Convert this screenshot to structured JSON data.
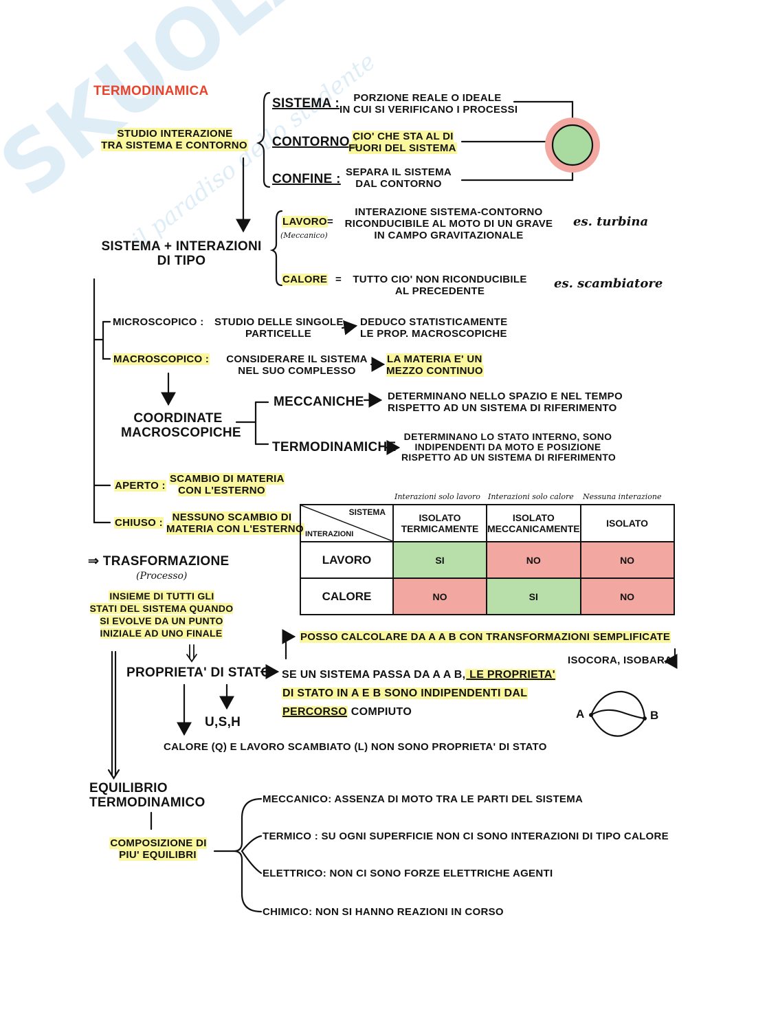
{
  "title": "TERMODINAMICA",
  "watermark": {
    "brand": "SKUOLA.net",
    "tagline": "il paradiso dello studente"
  },
  "definition": "STUDIO INTERAZIONE\nTRA SISTEMA E CONTORNO",
  "terms": [
    {
      "label": "SISTEMA :",
      "desc": "PORZIONE REALE O IDEALE\nIN CUI SI VERIFICANO I PROCESSI"
    },
    {
      "label": "CONTORNO :",
      "desc": "CIO' CHE STA AL DI\nFUORI DEL SISTEMA"
    },
    {
      "label": "CONFINE :",
      "desc": "SEPARA IL SISTEMA\nDAL CONTORNO"
    }
  ],
  "sistema_interazioni": {
    "label": "SISTEMA + INTERAZIONI\nDI TIPO",
    "lavoro": {
      "label": "LAVORO",
      "sub": "(Meccanico)",
      "eq": "=",
      "desc": "INTERAZIONE SISTEMA-CONTORNO\nRICONDUCIBILE AL MOTO DI UN GRAVE\nIN CAMPO GRAVITAZIONALE",
      "example": "es. turbina"
    },
    "calore": {
      "label": "CALORE",
      "eq": "=",
      "desc": "TUTTO CIO' NON RICONDUCIBILE\nAL PRECEDENTE",
      "example": "es. scambiatore"
    }
  },
  "micro": {
    "label": "MICROSCOPICO :",
    "desc": "STUDIO DELLE SINGOLE\nPARTICELLE",
    "result": "DEDUCO STATISTICAMENTE\nLE PROP. MACROSCOPICHE"
  },
  "macro": {
    "label": "MACROSCOPICO :",
    "desc": "CONSIDERARE IL SISTEMA\nNEL SUO COMPLESSO",
    "result": "LA MATERIA E' UN\nMEZZO CONTINUO"
  },
  "coordinate": {
    "label": "COORDINATE\nMACROSCOPICHE",
    "meccaniche": {
      "label": "MECCANICHE",
      "desc": "DETERMINANO NELLO SPAZIO E NEL TEMPO\nRISPETTO AD UN SISTEMA DI RIFERIMENTO"
    },
    "termodinamiche": {
      "label": "TERMODINAMICHE",
      "desc": "DETERMINANO LO STATO INTERNO, SONO\nINDIPENDENTI DA MOTO E POSIZIONE\nRISPETTO AD UN SISTEMA DI RIFERIMENTO"
    }
  },
  "aperto": {
    "label": "APERTO :",
    "desc": "SCAMBIO DI MATERIA\nCON L'ESTERNO"
  },
  "chiuso": {
    "label": "CHIUSO :",
    "desc": "NESSUNO SCAMBIO DI\nMATERIA CON L'ESTERNO"
  },
  "table": {
    "notes": [
      "Interazioni solo lavoro",
      "Interazioni solo calore",
      "Nessuna interazione"
    ],
    "corner_top": "SISTEMA",
    "corner_bottom": "INTERAZIONI",
    "columns": [
      "ISOLATO\nTERMICAMENTE",
      "ISOLATO\nMECCANICAMENTE",
      "ISOLATO"
    ],
    "rows": [
      {
        "label": "LAVORO",
        "cells": [
          "SI",
          "NO",
          "NO"
        ]
      },
      {
        "label": "CALORE",
        "cells": [
          "NO",
          "SI",
          "NO"
        ]
      }
    ],
    "colors": {
      "yes": "#b8dfa9",
      "no": "#f2a8a0"
    }
  },
  "trasformazione": {
    "label": "⇒ TRASFORMAZIONE",
    "sub": "(Processo)",
    "desc": "INSIEME DI TUTTI GLI\nSTATI DEL SISTEMA QUANDO\nSI EVOLVE DA UN PUNTO\nINIZIALE AD UNO FINALE"
  },
  "proprieta": {
    "label": "PROPRIETA' DI STATO",
    "posso": "POSSO CALCOLARE DA A A B CON TRANSFORMAZIONI SEMPLIFICATE",
    "examples": "ISOCORA, ISOBARA",
    "desc_a": "SE UN SISTEMA PASSA DA A A B,",
    "desc_b": " LE PROPRIETA'",
    "desc_c": "DI STATO IN A E B SONO INDIPENDENTI DAL",
    "desc_d": "PERCORSO",
    "desc_e": " COMPIUTO",
    "functions": "U,S,H",
    "note": "CALORE (Q) E LAVORO SCAMBIATO (L) NON SONO PROPRIETA' DI STATO",
    "point_a": "A",
    "point_b": "B"
  },
  "equilibrio": {
    "label": "EQUILIBRIO\nTERMODINAMICO",
    "composizione": "COMPOSIZIONE DI\nPIU' EQUILIBRI",
    "items": [
      "MECCANICO: ASSENZA DI MOTO TRA LE PARTI DEL SISTEMA",
      "TERMICO : SU OGNI SUPERFICIE NON CI SONO INTERAZIONI DI TIPO CALORE",
      "ELETTRICO: NON CI SONO FORZE ELETTRICHE AGENTI",
      "CHIMICO: NON SI HANNO REAZIONI IN CORSO"
    ]
  },
  "colors": {
    "title": "#e8432a",
    "highlight": "#f5f050",
    "circle_inner": "#a9dba0",
    "circle_ring": "#f2a8a0"
  }
}
